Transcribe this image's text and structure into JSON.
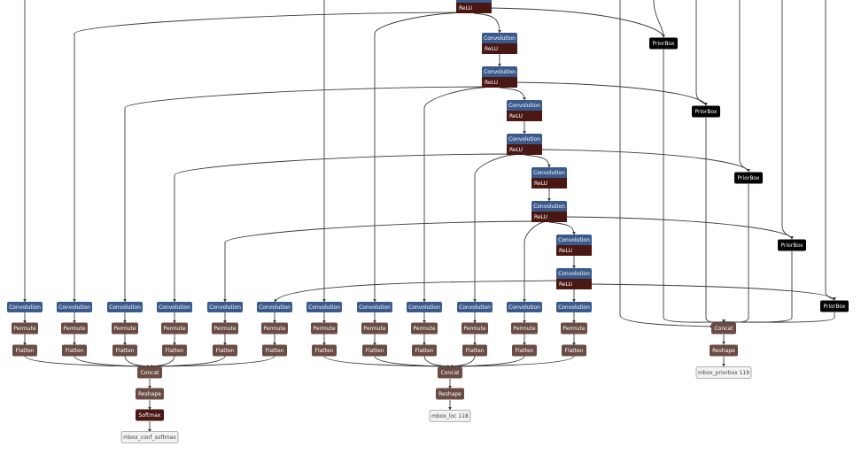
{
  "colors": {
    "layer": "#3b5a8c",
    "activation": "#4a1713",
    "transform": "#6b4c44",
    "prior": "#000000",
    "softmax": "#4a1713",
    "output_fill": "#f2f2f2",
    "output_stroke": "#9a9a9a",
    "edge": "#3a3a3a"
  },
  "labels": {
    "convolution": "Convolution",
    "relu": "ReLU",
    "permute": "Permute",
    "flatten": "Flatten",
    "concat": "Concat",
    "reshape": "Reshape",
    "softmax": "Softmax",
    "priorbox": "PriorBox"
  },
  "outputs": {
    "conf": "mbox_conf_softmax",
    "loc": "mbox_loc 118",
    "prior": "mbox_priorbox 119"
  }
}
